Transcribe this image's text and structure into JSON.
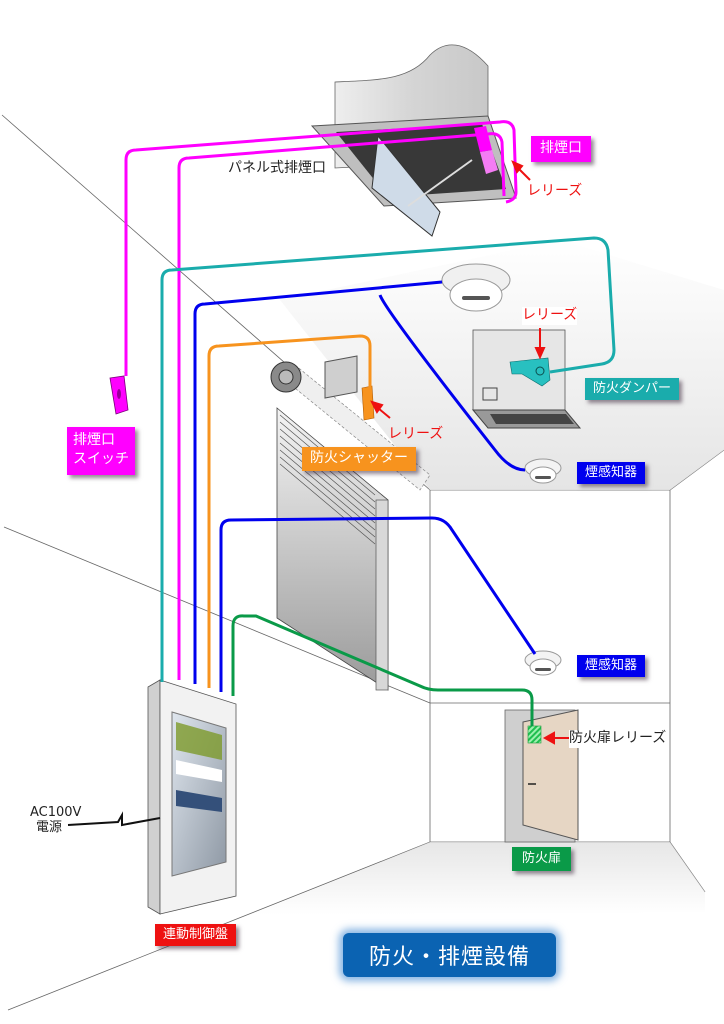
{
  "title": "防火・排煙設備",
  "colors": {
    "smoke_vent": "#ff00ff",
    "damper": "#1aacac",
    "detector": "#0000ee",
    "shutter": "#f7931e",
    "fire_door": "#0a9a48",
    "control_panel": "#ee1111",
    "release": "#ee1111",
    "title_bg": "#0b63b2"
  },
  "labels": {
    "panel_smoke_vent": "パネル式排煙口",
    "smoke_vent": "排煙口",
    "smoke_vent_release": "レリーズ",
    "damper_release": "レリーズ",
    "fire_damper": "防火ダンパー",
    "shutter_release": "レリーズ",
    "fire_shutter": "防火シャッター",
    "smoke_vent_switch_line1": "排煙口",
    "smoke_vent_switch_line2": "スイッチ",
    "smoke_detector_1": "煙感知器",
    "smoke_detector_2": "煙感知器",
    "fire_door_release": "防火扉レリーズ",
    "fire_door": "防火扉",
    "power_line1": "AC100V",
    "power_line2": "電源",
    "control_panel": "連動制御盤"
  }
}
